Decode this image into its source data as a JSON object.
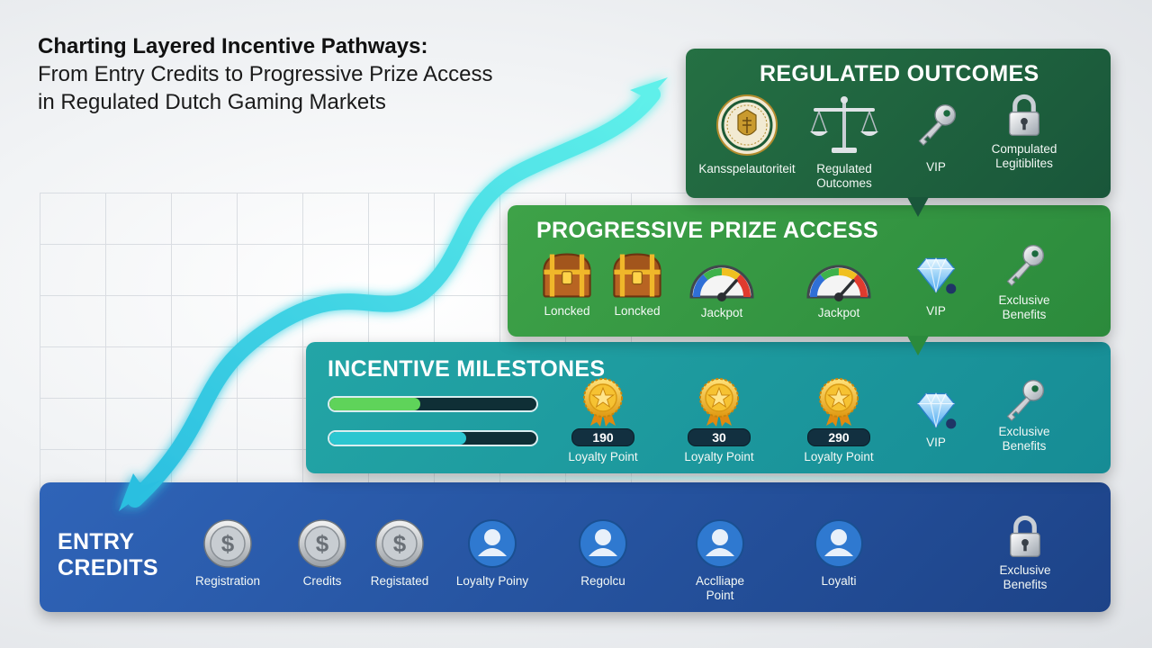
{
  "title": {
    "line1": "Charting Layered Incentive Pathways:",
    "line2": "From Entry Credits to Progressive Prize Access",
    "line3": "in Regulated Dutch Gaming Markets"
  },
  "colors": {
    "outcomes_panel": "#1f6340",
    "prize_panel": "#349642",
    "milestones_panel": "#1d9aa0",
    "entry_panel": "#2554a0",
    "arrow": "#4fe6ec",
    "gold": "#f0b020"
  },
  "tiers": {
    "outcomes": {
      "heading": "REGULATED OUTCOMES",
      "items": [
        {
          "icon": "seal-icon",
          "label": "Kansspelautoriteit"
        },
        {
          "icon": "scales-icon",
          "label": "Regulated\nOutcomes"
        },
        {
          "icon": "key-icon",
          "label": "VIP"
        },
        {
          "icon": "lock-icon",
          "label": "Compulated\nLegitiblites"
        }
      ]
    },
    "prize": {
      "heading": "PROGRESSIVE PRIZE ACCESS",
      "items": [
        {
          "icon": "treasure-chest-icon",
          "label": "Loncked"
        },
        {
          "icon": "treasure-chest-icon",
          "label": "Loncked"
        },
        {
          "icon": "gauge-icon",
          "label": "Jackpot"
        },
        {
          "icon": "gauge-icon",
          "label": "Jackpot"
        },
        {
          "icon": "diamond-icon",
          "label": "VIP"
        },
        {
          "icon": "key-icon",
          "label": "Exclusive\nBenefits"
        }
      ]
    },
    "milestones": {
      "heading": "INCENTIVE MILESTONES",
      "progress": [
        {
          "name": "green-progress",
          "fraction": 0.44,
          "color": "#5fd35a"
        },
        {
          "name": "teal-progress",
          "fraction": 0.66,
          "color": "#2bc6d0"
        }
      ],
      "items": [
        {
          "icon": "medal-icon",
          "value": "190",
          "label": "Loyalty Point"
        },
        {
          "icon": "medal-icon",
          "value": "30",
          "label": "Loyalty Point"
        },
        {
          "icon": "medal-icon",
          "value": "290",
          "label": "Loyalty Point"
        },
        {
          "icon": "diamond-icon",
          "value": "",
          "label": "VIP"
        },
        {
          "icon": "key-icon",
          "value": "",
          "label": "Exclusive\nBenefits"
        }
      ]
    },
    "entry": {
      "heading_line1": "ENTRY",
      "heading_line2": "CREDITS",
      "items": [
        {
          "icon": "coin-icon",
          "label": "Registration"
        },
        {
          "icon": "coin-icon",
          "label": "Credits"
        },
        {
          "icon": "coin-icon",
          "label": "Registated"
        },
        {
          "icon": "user-icon",
          "label": "Loyalty Poiny"
        },
        {
          "icon": "user-icon",
          "label": "Regolcu"
        },
        {
          "icon": "user-icon",
          "label": "Acclliape\nPoint"
        },
        {
          "icon": "user-icon",
          "label": "Loyalti"
        },
        {
          "icon": "lock-icon",
          "label": "Exclusive\nBenefits"
        }
      ]
    }
  }
}
